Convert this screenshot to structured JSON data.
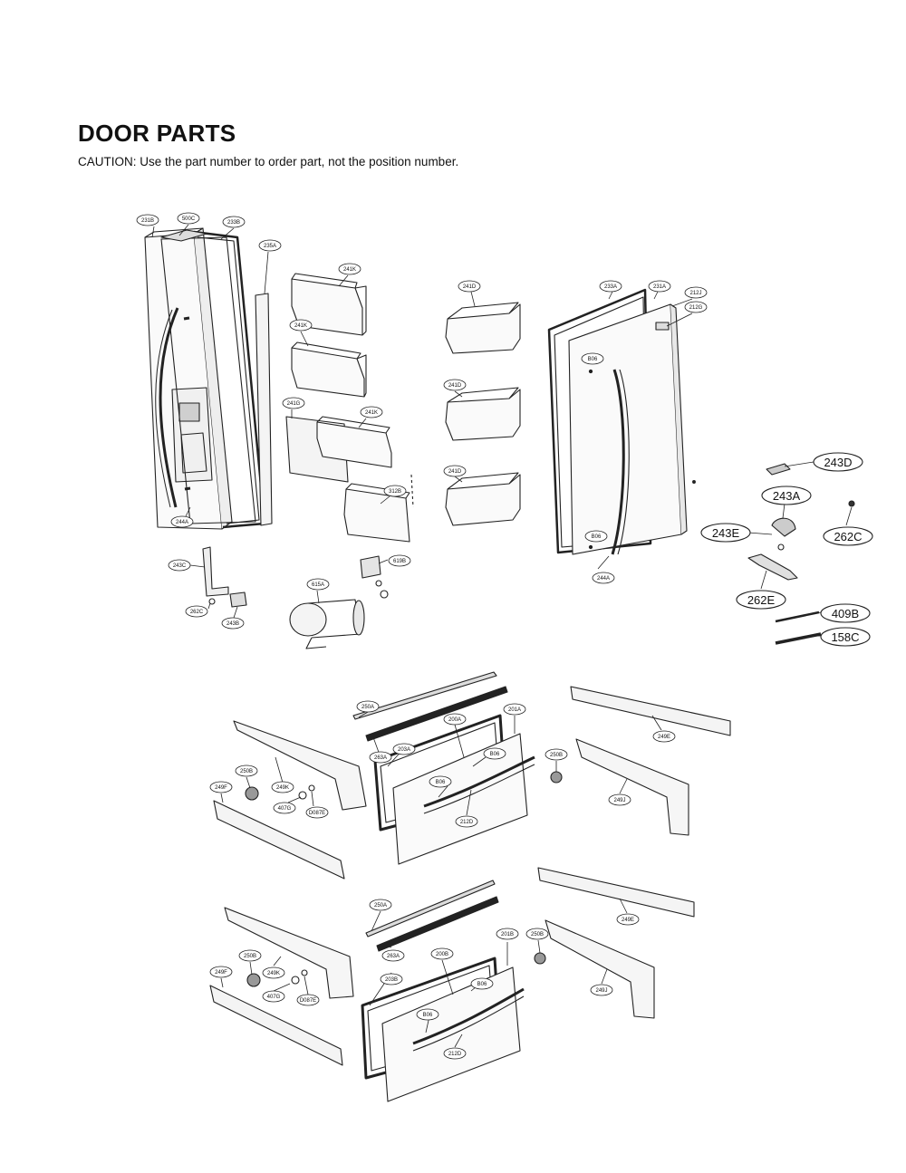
{
  "title": "DOOR PARTS",
  "caution": "CAUTION: Use the part number to order part, not the position number.",
  "callouts": {
    "231B": "231B",
    "500C": "500C",
    "233B": "233B",
    "235A": "235A",
    "241K_1": "241K",
    "241K_2": "241K",
    "241K_3": "241K",
    "241G": "241G",
    "312B": "312B",
    "244A_left": "244A",
    "243C": "243C",
    "262C_small": "262C",
    "243B": "243B",
    "619B": "619B",
    "615A": "615A",
    "241D_1": "241D",
    "241D_2": "241D",
    "241D_3": "241D",
    "233A": "233A",
    "231A": "231A",
    "212J": "212J",
    "212G": "212G",
    "B06_door_top": "B06",
    "B06_door_bottom": "B06",
    "244A_right": "244A",
    "243D": "243D",
    "243A": "243A",
    "243E": "243E",
    "262C": "262C",
    "262E": "262E",
    "409B": "409B",
    "158C": "158C",
    "250A_1": "250A",
    "263A_1": "263A",
    "203A": "203A",
    "200A": "200A",
    "201A": "201A",
    "B06_d1a": "B06",
    "B06_d1b": "B06",
    "212D_1": "212D",
    "250B_1r": "250B",
    "249E_1": "249E",
    "249J_1": "249J",
    "249F_1": "249F",
    "250B_1l": "250B",
    "249K_1": "249K",
    "407G_1": "407G",
    "D087E_1": "D087E",
    "250A_2": "250A",
    "263A_2": "263A",
    "203B": "203B",
    "200B": "200B",
    "201B": "201B",
    "B06_d2a": "B06",
    "B06_d2b": "B06",
    "212D_2": "212D",
    "250B_2r": "250B",
    "249E_2": "249E",
    "249J_2": "249J",
    "249F_2": "249F",
    "250B_2l": "250B",
    "249K_2": "249K",
    "407G_2": "407G",
    "D087E_2": "D087E"
  }
}
